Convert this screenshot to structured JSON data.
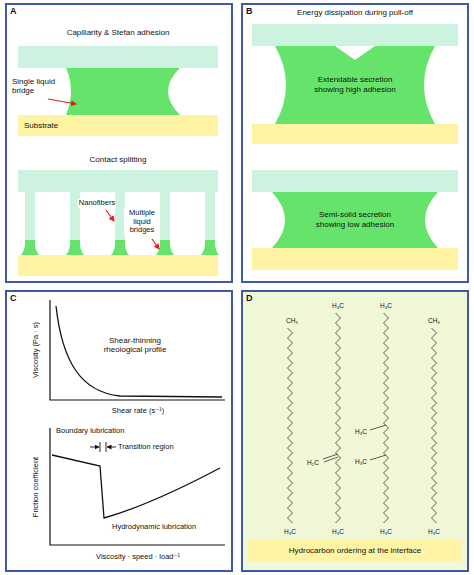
{
  "diagram": {
    "nodes": [
      {
        "text": [
          "A"
        ]
      },
      {
        "text": [
          "Substrate"
        ],
        "in": 0
      },
      {
        "text": [
          "B"
        ]
      },
      {
        "text": [
          "Extendable secretion showing high adhesion"
        ],
        "in": 2
      },
      {
        "text": [
          "Semi-solid secretion showing low adhesion"
        ],
        "in": 2
      },
      {
        "text": [
          "C"
        ]
      },
      {
        "text": [
          "D"
        ]
      },
      {
        "text": [
          "Hydrocarbon ordering at the interface"
        ],
        "in": 6
      }
    ],
    "labels": [
      "Capillarity & Stefan adhesion",
      "Single liquid bridge",
      "Contact splitting",
      "Nanofibers",
      "Multiple liquid bridges",
      "Energy dissipation during pull-off",
      "Viscosity (Pa · s)",
      "Shear-thinning rheological profile",
      "Shear rate (s⁻¹)",
      "Friction coefficient",
      "Boundary lubrication",
      "Transition region",
      "Hydrodynamic lubrication",
      "Viscosity · speed · load⁻¹",
      "CH₃",
      "H₃C",
      "H₃C",
      "CH₃",
      "H₃C",
      "H₂C",
      "H₃C",
      "H₃C",
      "H₃C",
      "H₃C",
      "H₃C"
    ]
  }
}
